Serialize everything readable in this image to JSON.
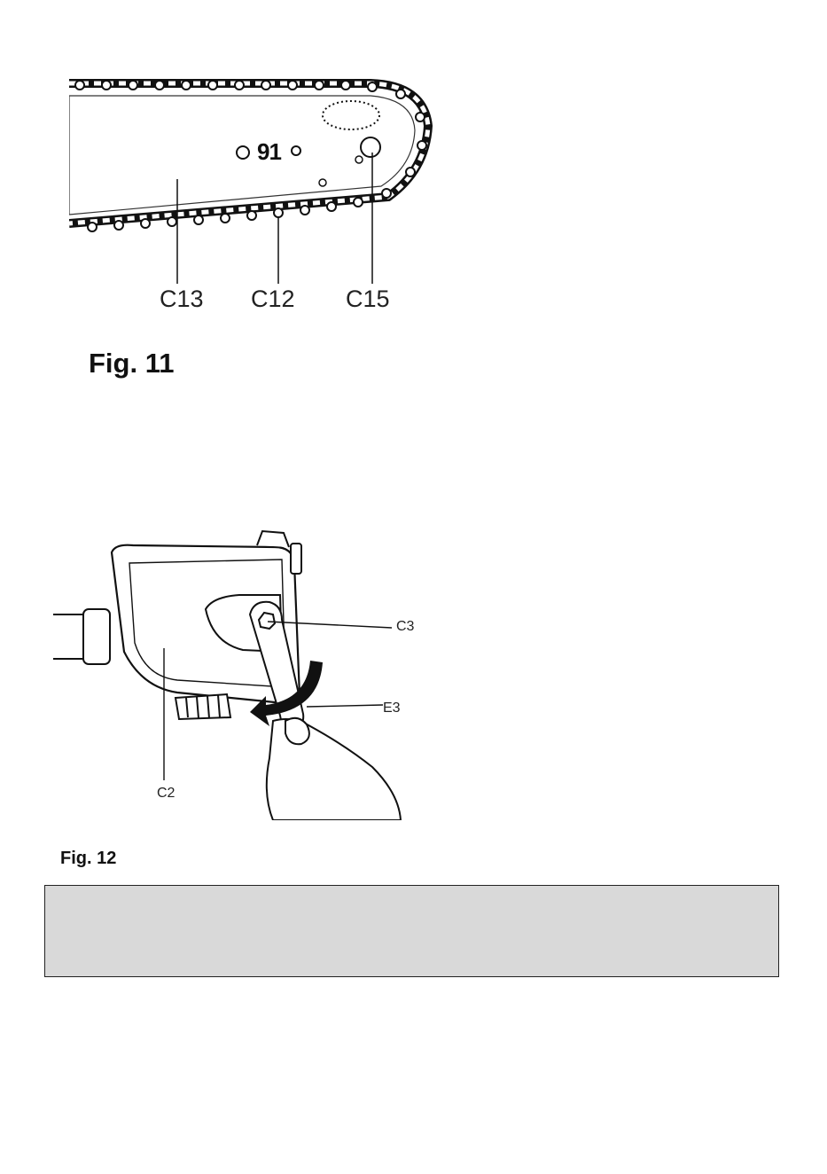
{
  "figure11": {
    "caption": "Fig. 11",
    "bar_marking": "91",
    "labels": {
      "c13": "C13",
      "c12": "C12",
      "c15": "C15"
    }
  },
  "figure12": {
    "caption": "Fig. 12",
    "labels": {
      "c3": "C3",
      "e3": "E3",
      "c2": "C2"
    }
  },
  "note_box": {
    "text": ""
  }
}
